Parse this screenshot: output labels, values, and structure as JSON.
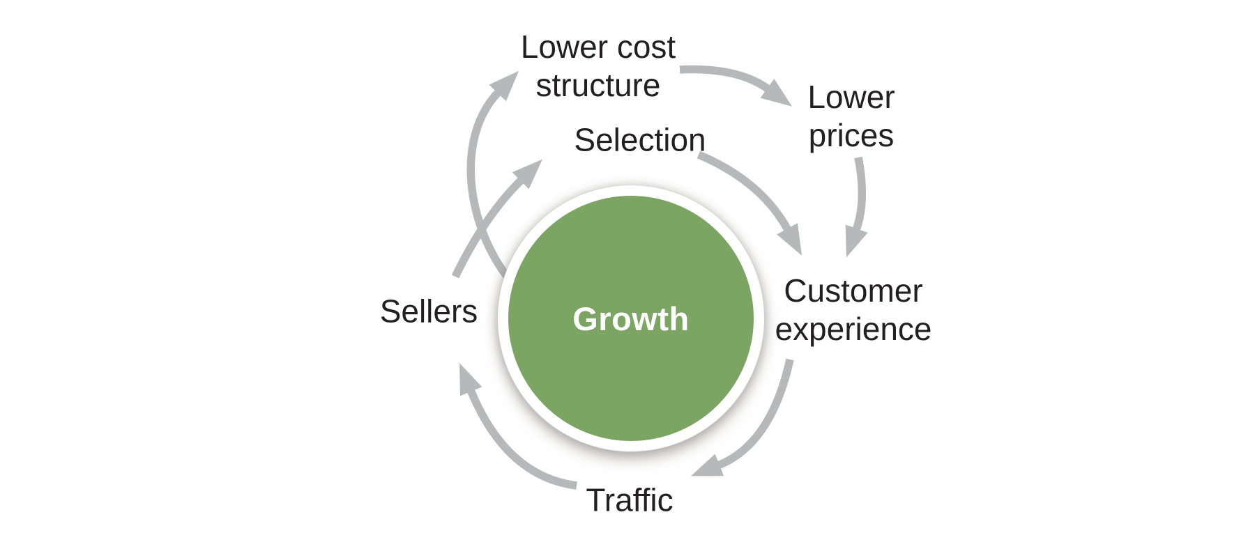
{
  "colors": {
    "circle_green": "#7CA563",
    "arrow_gray": "#B7B8BA",
    "label_text": "#231F20",
    "growth_text": "#FFFFFF",
    "ring_white": "#FFFFFF",
    "background": "#FFFFFF"
  },
  "center": {
    "label": "Growth"
  },
  "nodes": {
    "lower_cost_structure": {
      "lines": [
        "Lower cost",
        "structure"
      ]
    },
    "selection": {
      "lines": [
        "Selection"
      ]
    },
    "lower_prices": {
      "lines": [
        "Lower",
        "prices"
      ]
    },
    "sellers": {
      "lines": [
        "Sellers"
      ]
    },
    "customer_experience": {
      "lines": [
        "Customer",
        "experience"
      ]
    },
    "traffic": {
      "lines": [
        "Traffic"
      ]
    }
  },
  "connections": [
    {
      "from": "Growth",
      "to": "Lower cost structure"
    },
    {
      "from": "Lower cost structure",
      "to": "Lower prices"
    },
    {
      "from": "Lower prices",
      "to": "Customer experience"
    },
    {
      "from": "Sellers",
      "to": "Selection"
    },
    {
      "from": "Selection",
      "to": "Customer experience"
    },
    {
      "from": "Customer experience",
      "to": "Traffic"
    },
    {
      "from": "Traffic",
      "to": "Sellers"
    }
  ]
}
